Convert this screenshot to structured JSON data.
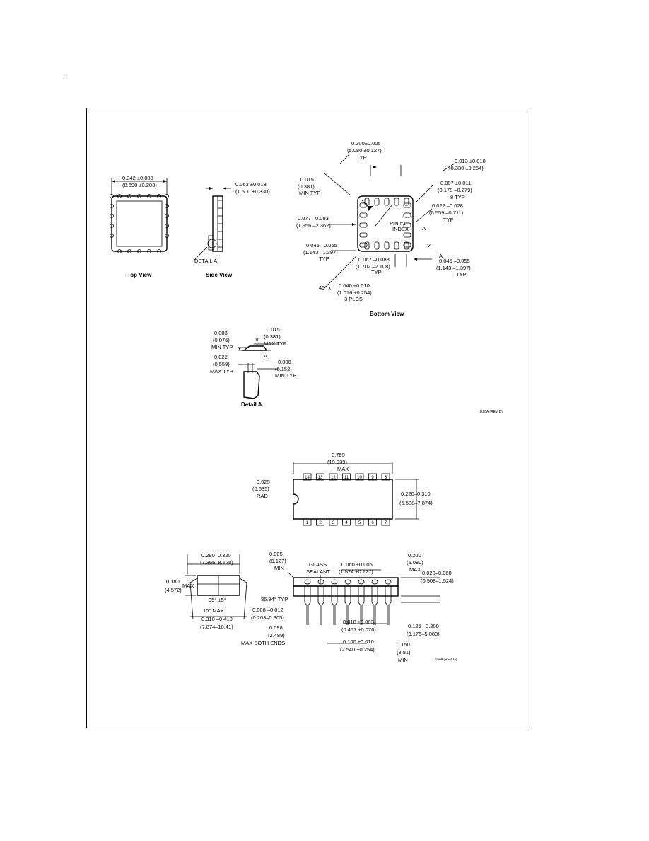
{
  "figure_a": {
    "views": {
      "top": "Top View",
      "side": "Side View",
      "bottom": "Bottom View",
      "detail_a": "Detail A",
      "detail_a_callout": "DETAIL A"
    },
    "dims": {
      "top_width": "0.342 ±0.008",
      "top_width_mm": "(8.690 ±0.203)",
      "side_h": "0.063 ±0.013",
      "side_h_mm": "(1.600 ±0.330)",
      "b_pitch": "0.200±0.005",
      "b_pitch_mm": "(5.080 ±0.127)",
      "b_pitch_typ": "TYP",
      "b_015": "0.015",
      "b_015_mm": "(0.381)",
      "b_015_note": "MIN TYP",
      "b_013": "0.013 ±0.010",
      "b_013_mm": "(0.330 ±0.254)",
      "b_007": "0.007 ±0.011",
      "b_007_mm": "(0.178 –0.279)",
      "b_007_note": "8 TYP",
      "b_022": "0.022 –0.028",
      "b_022_mm": "(0.559 –0.711)",
      "b_022_typ": "TYP",
      "b_077": "0.077 –0.093",
      "b_077_mm": "(1.956 –2.362)",
      "b_045l": "0.045 –0.055",
      "b_045l_mm": "(1.143 –1.397)",
      "b_045l_typ": "TYP",
      "b_067": "0.067 –0.083",
      "b_067_mm": "(1.702 –2.108)",
      "b_067_typ": "TYP",
      "b_045r": "0.045 –0.055",
      "b_045r_mm": "(1.143 –1.397)",
      "b_045r_typ": "TYP",
      "b_45": "45° x",
      "b_040": "0.040 ±0.010",
      "b_040_mm": "(1.016 ±0.254)",
      "b_040_note": "3 PLCS",
      "pin1": "PIN #1",
      "index": "INDEX",
      "d_003": "0.003",
      "d_003_mm": "(0.076)",
      "d_003_note": "MIN TYP",
      "d_015": "0.015",
      "d_015_mm": "(0.381)",
      "d_015_note": "MAX TYP",
      "d_022": "0.022",
      "d_022_mm": "(0.559)",
      "d_022_note": "MAX TYP",
      "d_006": "0.006",
      "d_006_mm": "(0.152)",
      "d_006_note": "MIN TYP"
    },
    "drawing_id": "E20A (REV D)"
  },
  "figure_b": {
    "pins_top": [
      "14",
      "13",
      "12",
      "11",
      "10",
      "9",
      "8"
    ],
    "pins_bottom": [
      "1",
      "2",
      "3",
      "4",
      "5",
      "6",
      "7"
    ],
    "dims": {
      "length": "0.785",
      "length_mm": "(19.939)",
      "length_max": "MAX",
      "rad": "0.025",
      "rad_mm": "(0.635)",
      "rad_note": "RAD",
      "width": "0.220–0.310",
      "width_mm": "(5.588–7.874)",
      "e_300": "0.290–0.320",
      "e_300_mm": "(7.366–8.128)",
      "e_180": "0.180",
      "e_180_mm": "(4.572)",
      "e_180_max": "MAX",
      "e_angle": "95° ±5°",
      "e_angle_max": "10° MAX",
      "e_310": "0.310 –0.410",
      "e_310_mm": "(7.874–10.41)",
      "s_005": "0.005",
      "s_005_mm": "(0.127)",
      "s_005_min": "MIN",
      "glass1": "GLASS",
      "glass2": "SEALANT",
      "s_060": "0.060 ±0.005",
      "s_060_mm": "(1.524 ±0.127)",
      "s_200": "0.200",
      "s_200_mm": "(5.080)",
      "s_200_max": "MAX",
      "s_020": "0.020–0.060",
      "s_020_mm": "(0.508–1.524)",
      "s_angle": "86.94° TYP",
      "s_008": "0.008 –0.012",
      "s_008_mm": "(0.203–0.305)",
      "s_098": "0.098",
      "s_098_mm": "(2.489)",
      "s_098_note": "MAX BOTH ENDS",
      "s_018": "0.018 ±0.003",
      "s_018_mm": "(0.457 ±0.076)",
      "s_125": "0.125 –0.200",
      "s_125_mm": "(3.175–5.080)",
      "s_100": "0.100 ±0.010",
      "s_100_mm": "(2.540 ±0.254)",
      "s_150": "0.150",
      "s_150_mm": "(3.81)",
      "s_150_min": "MIN"
    },
    "drawing_id": "J14A (REV G)"
  }
}
